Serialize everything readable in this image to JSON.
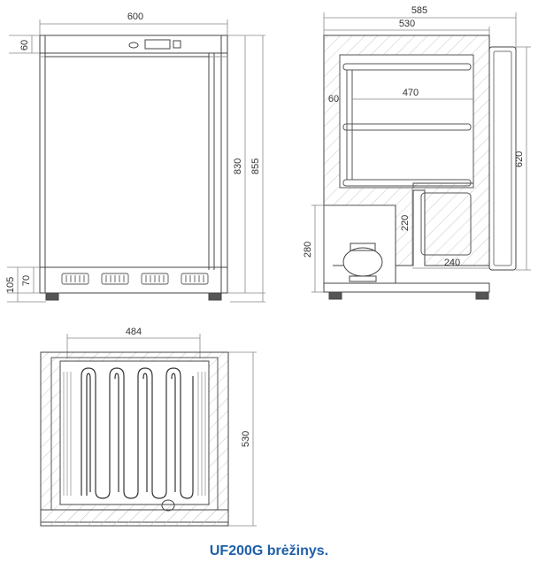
{
  "caption": "UF200G brėžinys.",
  "colors": {
    "line": "#444444",
    "thin": "#888888",
    "caption": "#1f5fa8"
  },
  "front_view": {
    "width_label": "600",
    "top_panel_label": "60",
    "body_height_label": "830",
    "total_height_label": "855",
    "plinth_label": "105",
    "grille_label": "70"
  },
  "side_view": {
    "total_depth_label": "585",
    "cabinet_depth_label": "530",
    "shelf_depth_label": "470",
    "top_offset_label": "60",
    "door_height_label": "620",
    "step_height_label": "220",
    "compressor_height_label": "280",
    "step_depth_label": "240"
  },
  "top_view": {
    "width_label": "484",
    "depth_label": "530"
  }
}
